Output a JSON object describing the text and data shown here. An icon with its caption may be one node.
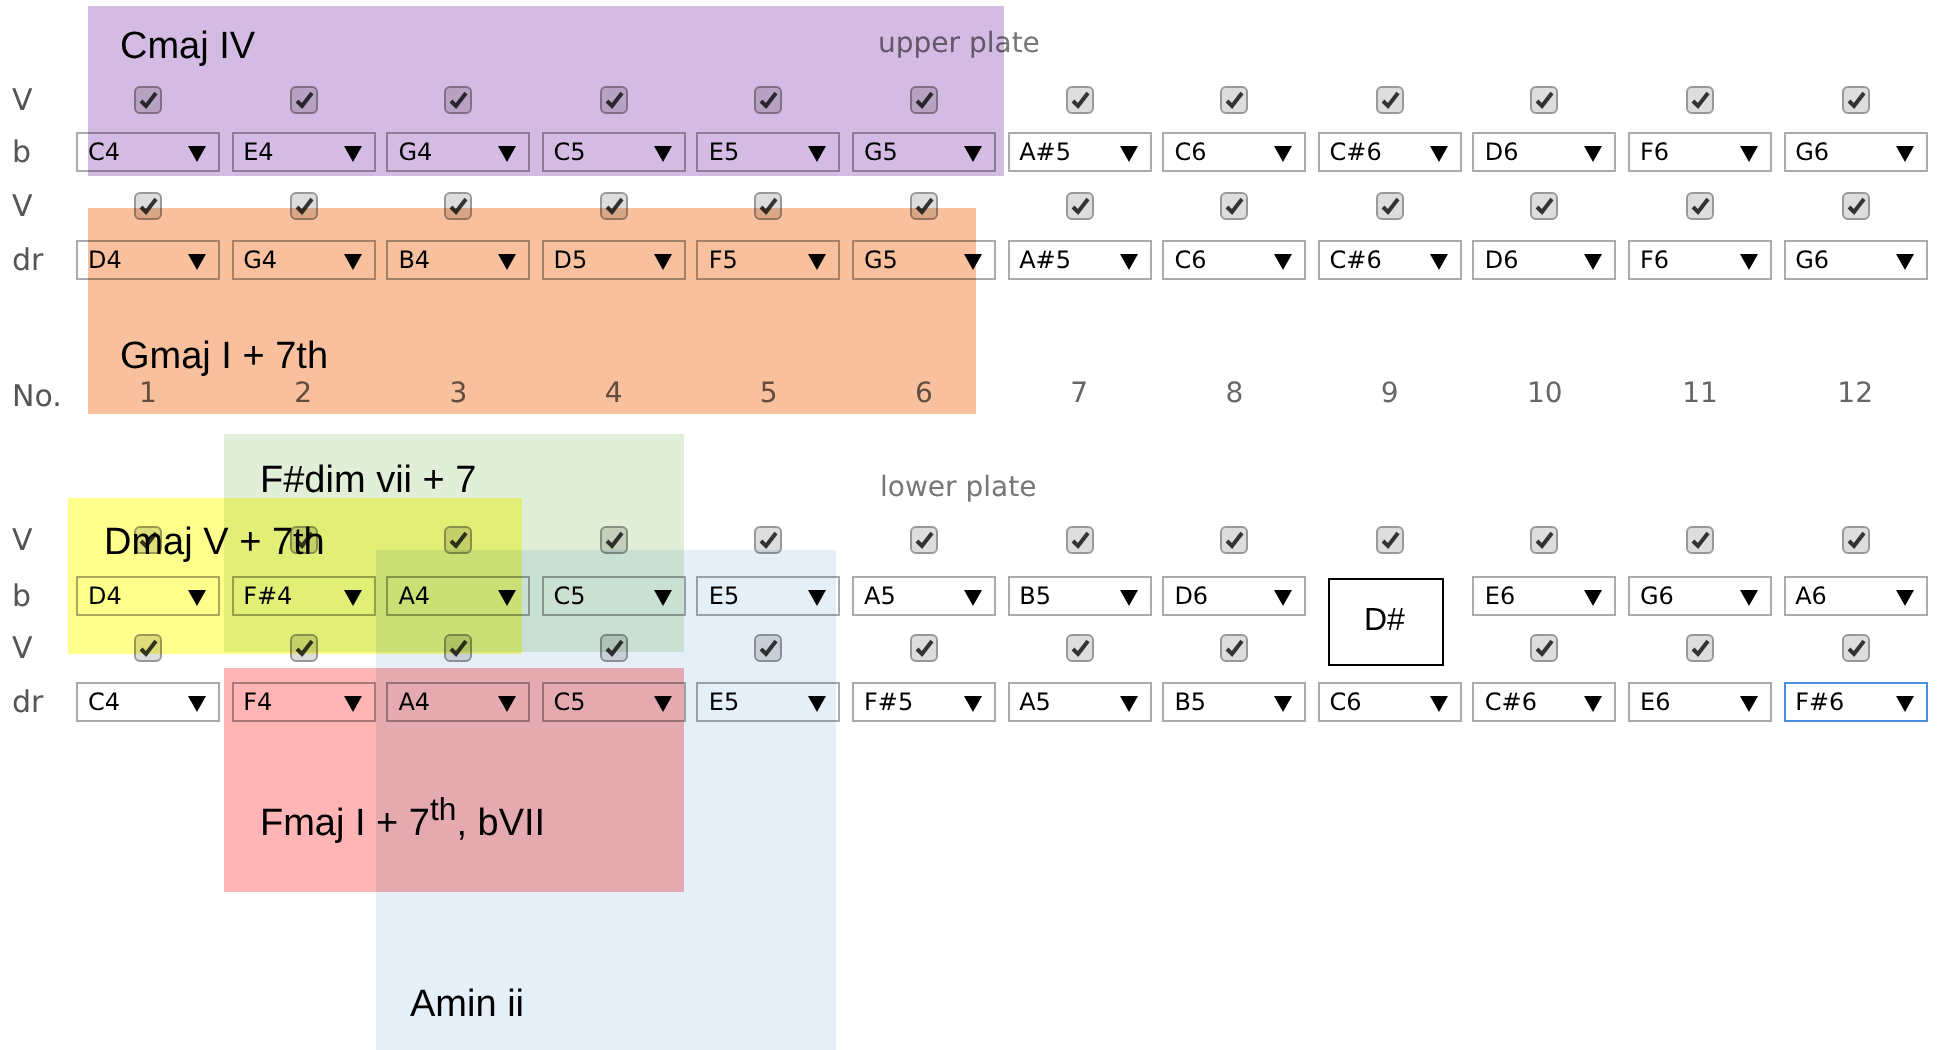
{
  "diagram": {
    "nodes": [
      {
        "text": [
          "Cmaj IV"
        ]
      },
      {
        "text": [
          "Gmaj I + 7th"
        ]
      },
      {
        "text": [
          "F#dim vii + 7"
        ]
      },
      {
        "text": [
          "Dmaj V + 7th"
        ]
      },
      {
        "text": [
          "Amin ii"
        ]
      },
      {
        "text": [
          "Fmaj I + 7$^{th}$, bVII"
        ]
      },
      {
        "text": [
          "D#"
        ]
      }
    ],
    "labels": [
      "upper plate",
      "V",
      "b",
      "C4",
      "E4",
      "G4",
      "C5",
      "E5",
      "G5",
      "A#5",
      "C6",
      "C#6",
      "D6",
      "F6",
      "G6",
      "V",
      "dr",
      "D4",
      "G4",
      "B4",
      "D5",
      "F5",
      "G5",
      "A#5",
      "C6",
      "C#6",
      "D6",
      "F6",
      "G6",
      "No.",
      "1",
      "2",
      "3",
      "4",
      "5",
      "6",
      "7",
      "8",
      "9",
      "10",
      "11",
      "12",
      "lower plate",
      "V",
      "b",
      "D4",
      "F#4",
      "A4",
      "C5",
      "E5",
      "A5",
      "B5",
      "D6",
      "E6",
      "G6",
      "A6",
      "V",
      "dr",
      "C4",
      "F4",
      "A4",
      "C5",
      "E5",
      "F#5",
      "A5",
      "B5",
      "C6",
      "C#6",
      "E6",
      "F#6"
    ]
  }
}
